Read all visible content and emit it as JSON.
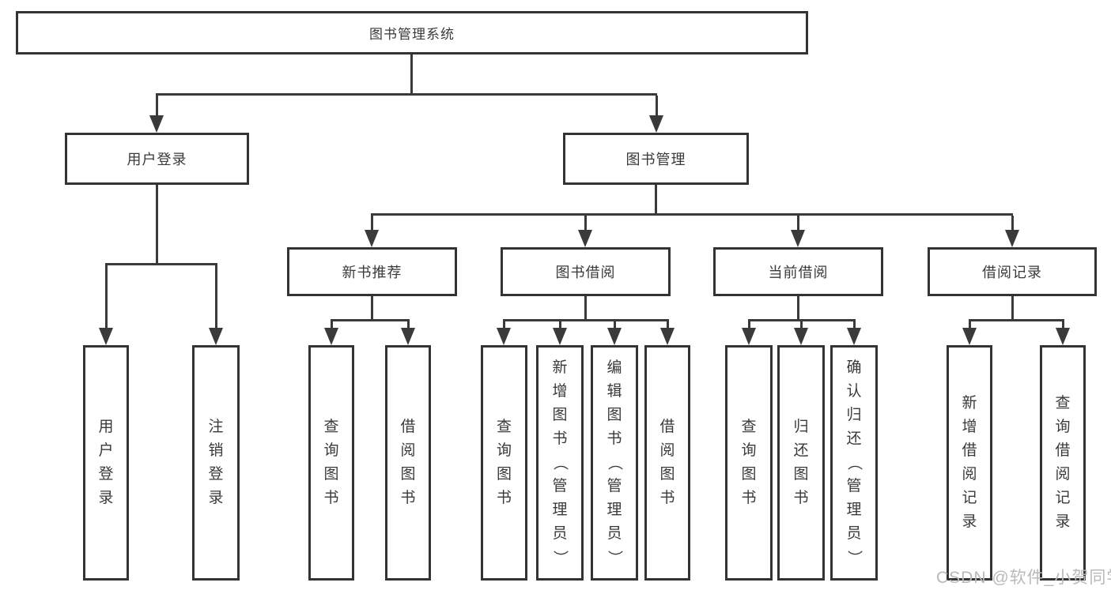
{
  "diagram": {
    "root": {
      "label": "图书管理系统"
    },
    "level2": [
      {
        "id": "user-login",
        "label": "用户登录"
      },
      {
        "id": "book-mgmt",
        "label": "图书管理"
      }
    ],
    "level3": [
      {
        "id": "new-books",
        "label": "新书推荐",
        "parent": "book-mgmt"
      },
      {
        "id": "book-borrow",
        "label": "图书借阅",
        "parent": "book-mgmt"
      },
      {
        "id": "current-borrow",
        "label": "当前借阅",
        "parent": "book-mgmt"
      },
      {
        "id": "borrow-records",
        "label": "借阅记录",
        "parent": "book-mgmt"
      }
    ],
    "leaves": [
      {
        "group": "user-login",
        "label": "用户登录"
      },
      {
        "group": "user-login",
        "label": "注销登录"
      },
      {
        "group": "new-books",
        "label": "查询图书"
      },
      {
        "group": "new-books",
        "label": "借阅图书"
      },
      {
        "group": "book-borrow",
        "label": "查询图书"
      },
      {
        "group": "book-borrow",
        "label": "新增图书（管理员）"
      },
      {
        "group": "book-borrow",
        "label": "编辑图书（管理员）"
      },
      {
        "group": "book-borrow",
        "label": "借阅图书"
      },
      {
        "group": "current-borrow",
        "label": "查询图书"
      },
      {
        "group": "current-borrow",
        "label": "归还图书"
      },
      {
        "group": "current-borrow",
        "label": "确认归还（管理员）"
      },
      {
        "group": "borrow-records",
        "label": "新增借阅记录"
      },
      {
        "group": "borrow-records",
        "label": "查询借阅记录"
      }
    ]
  },
  "watermark": {
    "text": "CSDN @软件_小贺同学"
  },
  "colors": {
    "line": "#3a3a3a",
    "border": "#333333",
    "text": "#3a3a3a",
    "watermark": "#b9b9b9",
    "background": "#ffffff"
  }
}
